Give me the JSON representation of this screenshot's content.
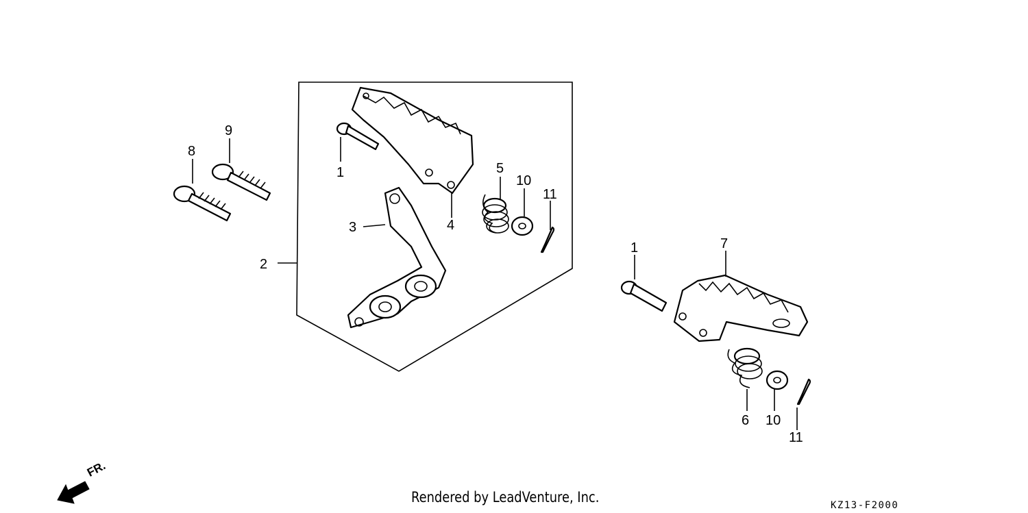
{
  "callouts": {
    "c1a": "1",
    "c1b": "1",
    "c2": "2",
    "c3": "3",
    "c4": "4",
    "c5": "5",
    "c6": "6",
    "c7": "7",
    "c8": "8",
    "c9": "9",
    "c10a": "10",
    "c10b": "10",
    "c11a": "11",
    "c11b": "11"
  },
  "front_indicator": "FR.",
  "footer": {
    "credit": "Rendered by LeadVenture, Inc.",
    "code": "KZ13-F2000"
  }
}
